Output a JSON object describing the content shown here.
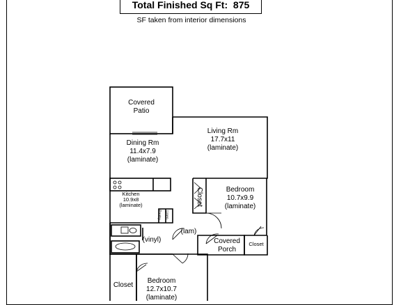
{
  "header": {
    "sqft_label": "Total Finished Sq Ft:",
    "sqft_value": "875",
    "note": "SF taken from interior dimensions"
  },
  "rooms": {
    "covered_patio": {
      "name": "Covered\nPatio"
    },
    "dining": {
      "name": "Dining Rm",
      "dims": "11.4x7.9",
      "floor": "(laminate)"
    },
    "living": {
      "name": "Living Rm",
      "dims": "17.7x11",
      "floor": "(laminate)"
    },
    "kitchen": {
      "name": "Kitchen",
      "dims": "10.9x8",
      "floor": "(laminate)"
    },
    "pantry": {
      "name": "Pantry"
    },
    "linen": {
      "name": "Linen"
    },
    "closet_hall": {
      "name": "Closet"
    },
    "bedroom1": {
      "name": "Bedroom",
      "dims": "10.7x9.9",
      "floor": "(laminate)"
    },
    "bath": {
      "floor": "(vinyl)"
    },
    "hall": {
      "floor": "(lam)"
    },
    "covered_porch": {
      "name": "Covered\nPorch"
    },
    "closet_porch": {
      "name": "Closet"
    },
    "bedroom2": {
      "name": "Bedroom",
      "dims": "12.7x10.7",
      "floor": "(laminate)"
    },
    "closet_bed2": {
      "name": "Closet"
    }
  }
}
